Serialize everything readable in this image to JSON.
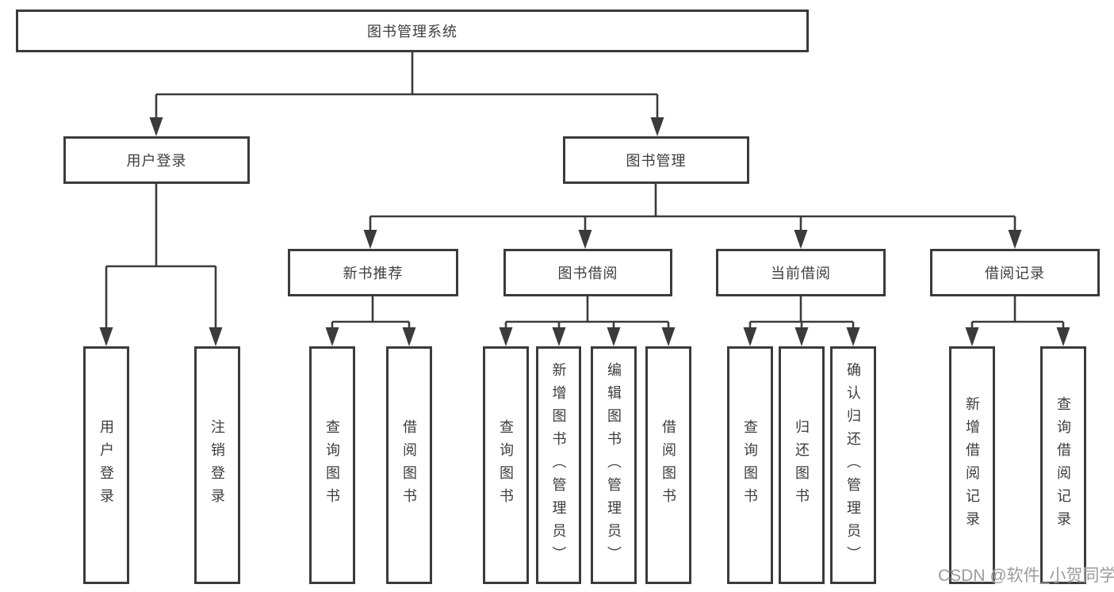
{
  "diagram": {
    "title": "图书管理系统",
    "nodes": {
      "root": "图书管理系统",
      "user_login": "用户登录",
      "book_management": "图书管理",
      "new_book_recommend": "新书推荐",
      "book_borrowing": "图书借阅",
      "current_borrowing": "当前借阅",
      "borrowing_records": "借阅记录"
    },
    "leaves_user_login": [
      "用户登录",
      "注销登录"
    ],
    "leaves_new_book_recommend": [
      "查询图书",
      "借阅图书"
    ],
    "leaves_book_borrowing": [
      "查询图书",
      "新增图书（管理员）",
      "编辑图书（管理员）",
      "借阅图书"
    ],
    "leaves_current_borrowing": [
      "查询图书",
      "归还图书",
      "确认归还（管理员）"
    ],
    "leaves_borrowing_records": [
      "新增借阅记录",
      "查询借阅记录"
    ]
  },
  "watermark": {
    "text": "CSDN @软件_小贺同学",
    "color": "#9b9b9b"
  },
  "colors": {
    "line": "#3b3b3b",
    "text": "#3d3d3d",
    "background": "#ffffff"
  }
}
